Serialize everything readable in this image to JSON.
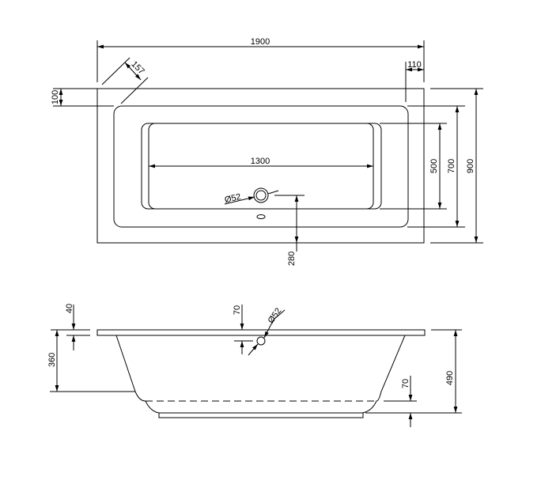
{
  "top_view": {
    "overall_length": "1900",
    "overall_width": "900",
    "inner_width": "700",
    "basin_width": "500",
    "basin_length": "1300",
    "rim_offset_side": "100",
    "rim_offset_end": "110",
    "corner_chamfer": "157",
    "drain_diameter": "Ø52",
    "drain_offset": "280"
  },
  "side_view": {
    "rim_thickness": "40",
    "basin_depth": "360",
    "overall_height": "490",
    "overflow_height": "70",
    "overflow_diameter": "Ø52",
    "base_height": "70"
  }
}
